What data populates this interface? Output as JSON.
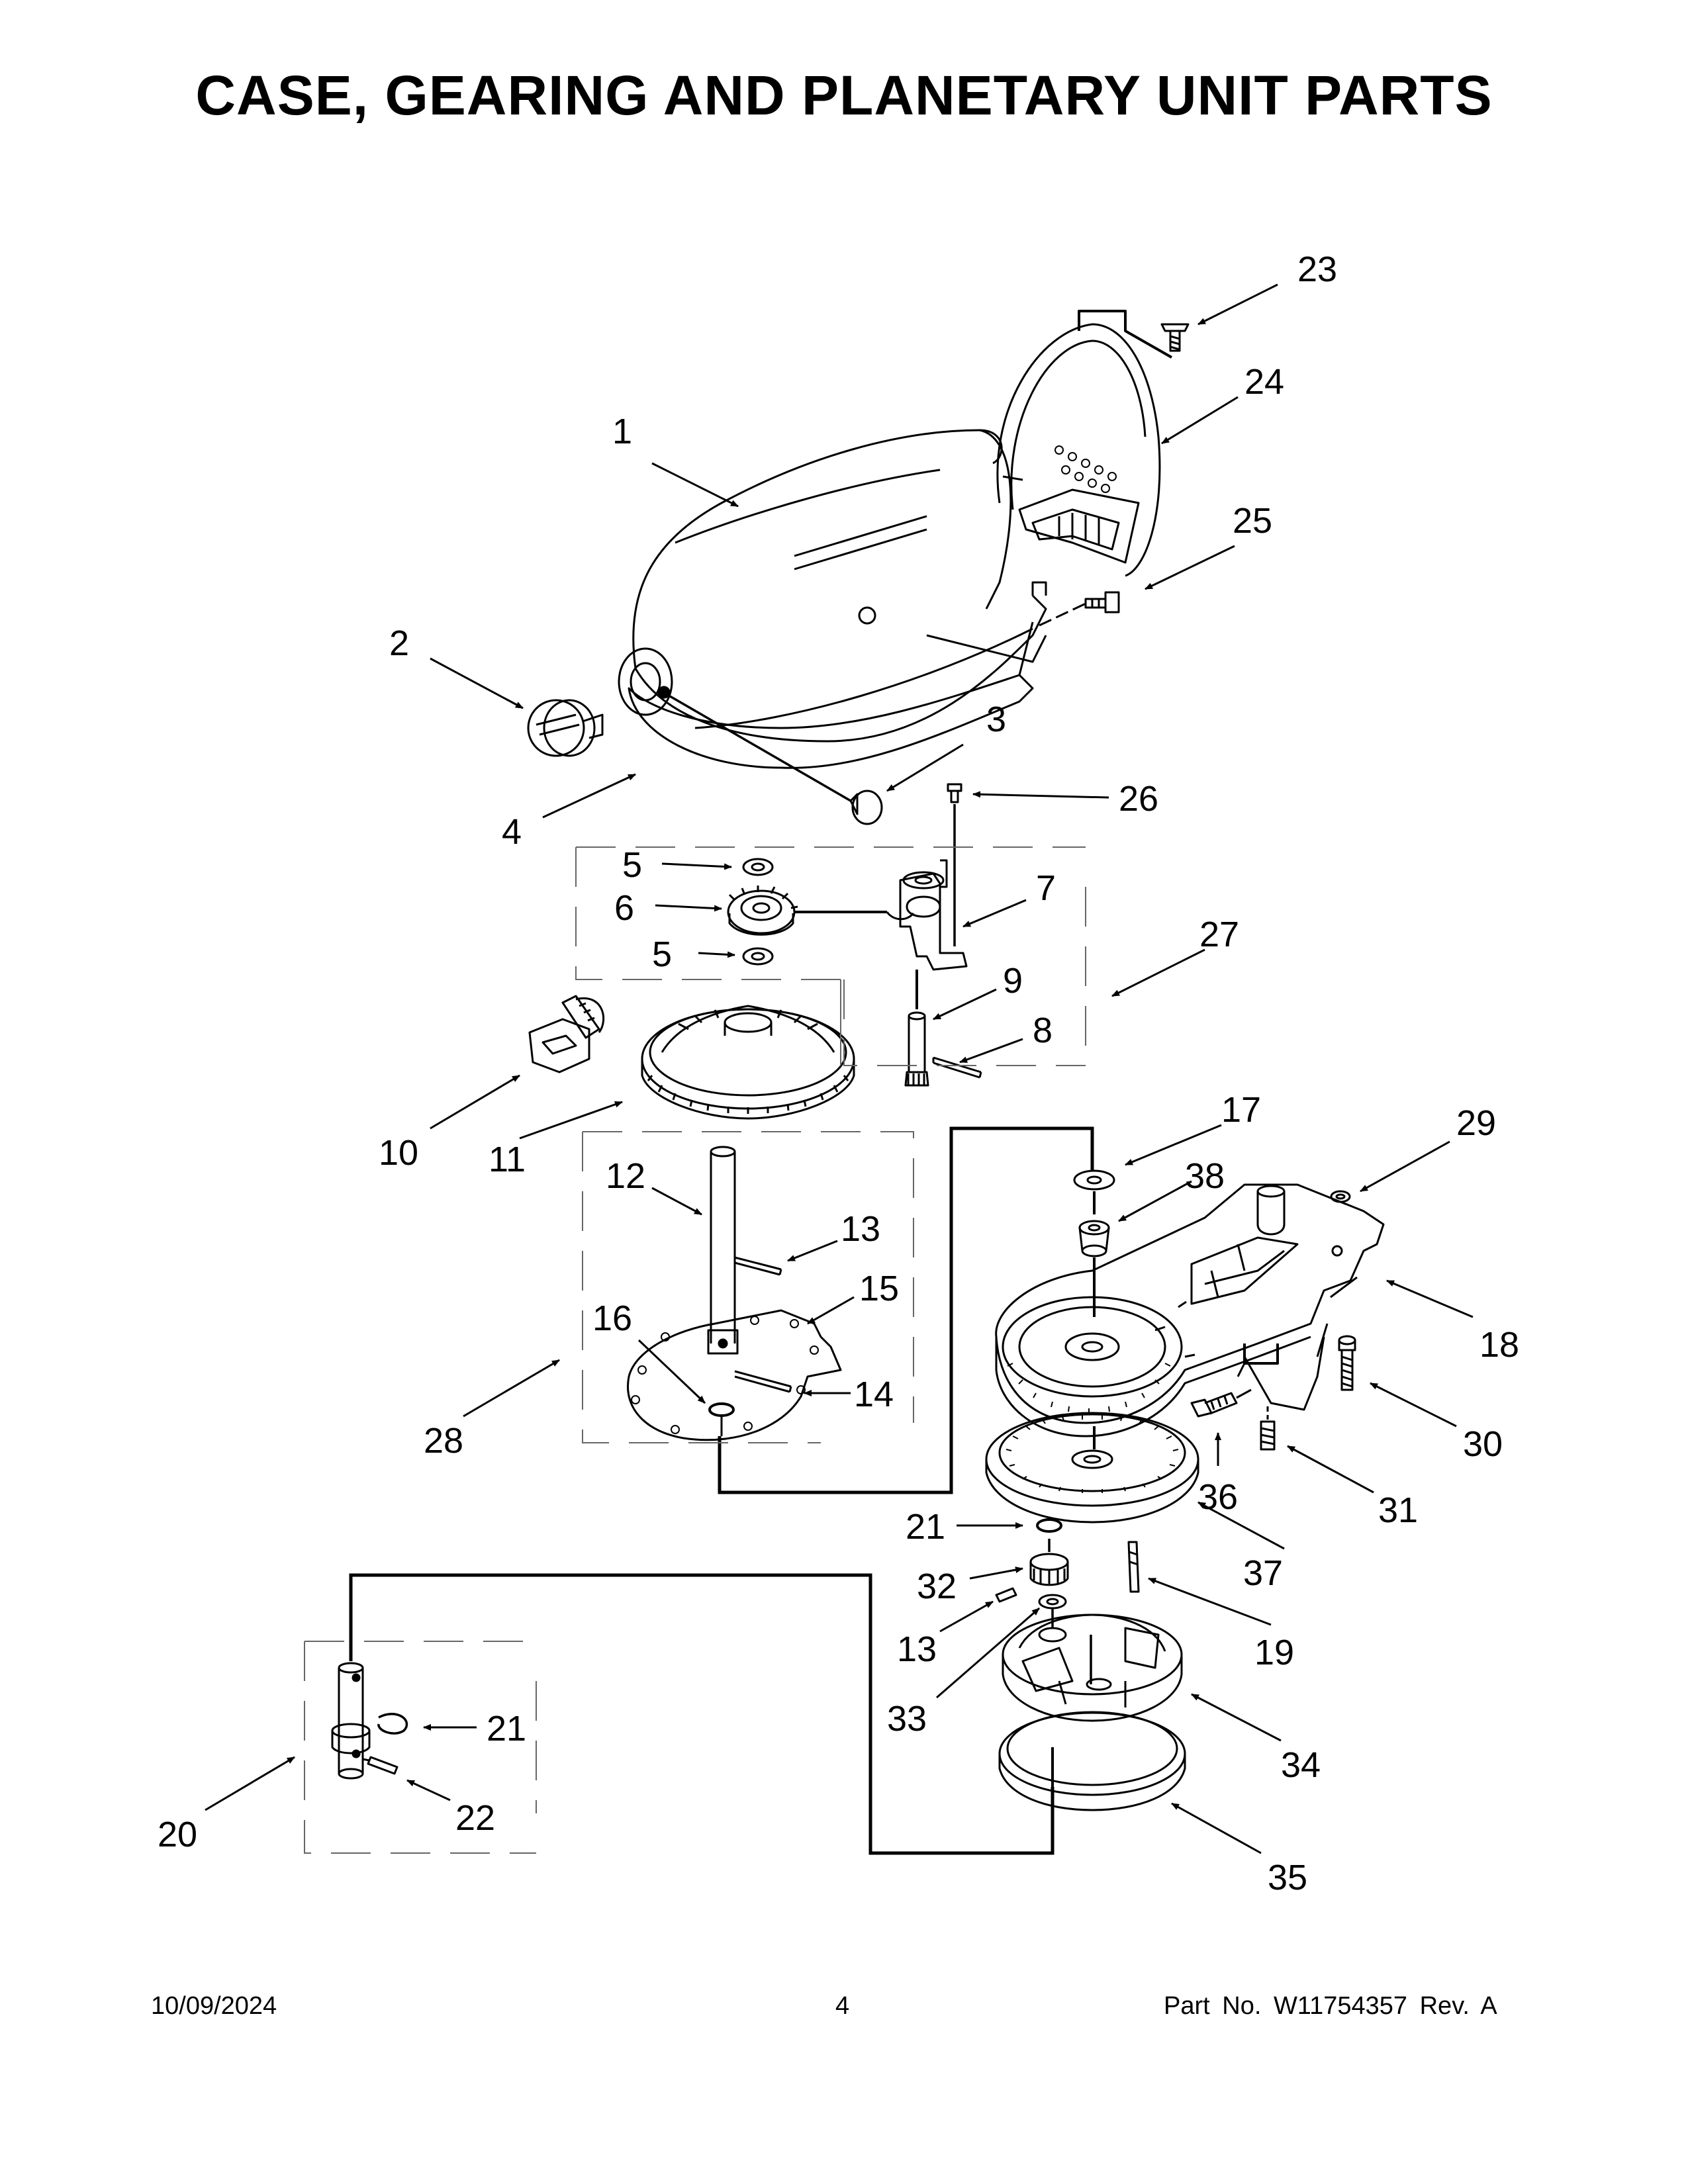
{
  "page": {
    "title": "CASE, GEARING AND PLANETARY UNIT PARTS",
    "footer": {
      "date": "10/09/2024",
      "page_number": "4",
      "part_number": "Part No.  W11754357  Rev.  A"
    }
  },
  "diagram": {
    "line_color": "#000000",
    "callouts": [
      {
        "id": "c1",
        "label": "1"
      },
      {
        "id": "c2",
        "label": "2"
      },
      {
        "id": "c3",
        "label": "3"
      },
      {
        "id": "c4",
        "label": "4"
      },
      {
        "id": "c5a",
        "label": "5"
      },
      {
        "id": "c5b",
        "label": "5"
      },
      {
        "id": "c6",
        "label": "6"
      },
      {
        "id": "c7",
        "label": "7"
      },
      {
        "id": "c8",
        "label": "8"
      },
      {
        "id": "c9",
        "label": "9"
      },
      {
        "id": "c10",
        "label": "10"
      },
      {
        "id": "c11",
        "label": "11"
      },
      {
        "id": "c12",
        "label": "12"
      },
      {
        "id": "c13a",
        "label": "13"
      },
      {
        "id": "c13b",
        "label": "13"
      },
      {
        "id": "c14",
        "label": "14"
      },
      {
        "id": "c15",
        "label": "15"
      },
      {
        "id": "c16",
        "label": "16"
      },
      {
        "id": "c17",
        "label": "17"
      },
      {
        "id": "c18",
        "label": "18"
      },
      {
        "id": "c19",
        "label": "19"
      },
      {
        "id": "c20",
        "label": "20"
      },
      {
        "id": "c21a",
        "label": "21"
      },
      {
        "id": "c21b",
        "label": "21"
      },
      {
        "id": "c22",
        "label": "22"
      },
      {
        "id": "c23",
        "label": "23"
      },
      {
        "id": "c24",
        "label": "24"
      },
      {
        "id": "c25",
        "label": "25"
      },
      {
        "id": "c26",
        "label": "26"
      },
      {
        "id": "c27",
        "label": "27"
      },
      {
        "id": "c28",
        "label": "28"
      },
      {
        "id": "c29",
        "label": "29"
      },
      {
        "id": "c30",
        "label": "30"
      },
      {
        "id": "c31",
        "label": "31"
      },
      {
        "id": "c32",
        "label": "32"
      },
      {
        "id": "c33",
        "label": "33"
      },
      {
        "id": "c34",
        "label": "34"
      },
      {
        "id": "c35",
        "label": "35"
      },
      {
        "id": "c36",
        "label": "36"
      },
      {
        "id": "c37",
        "label": "37"
      },
      {
        "id": "c38",
        "label": "38"
      }
    ]
  }
}
